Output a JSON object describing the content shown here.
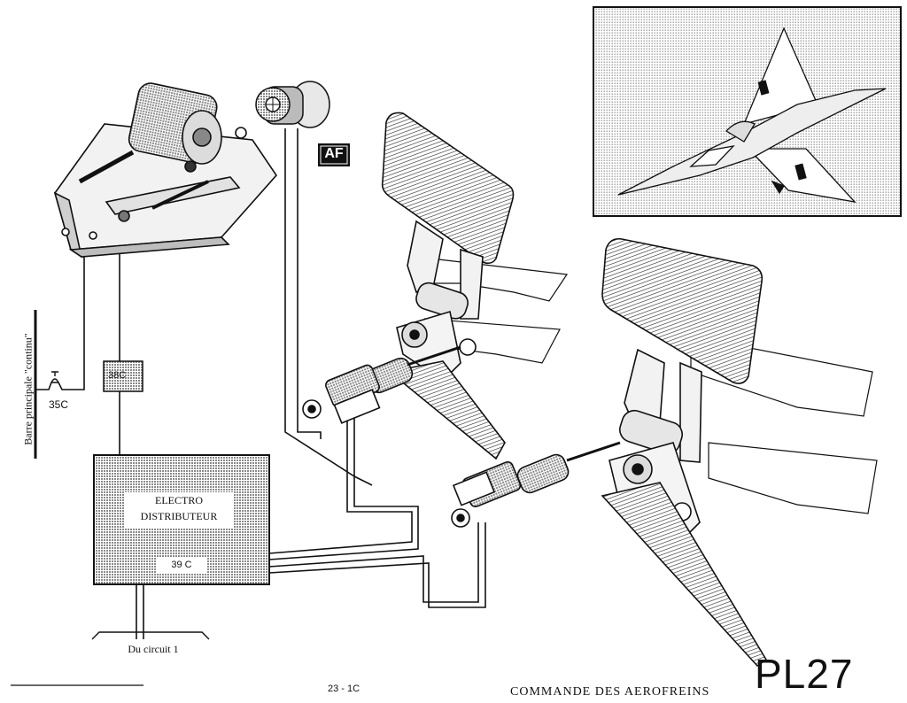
{
  "diagram": {
    "busbar_label": "Barre principale \"continu\"",
    "breaker_35": "35C",
    "relay_38": "38C",
    "distributor_line1": "ELECTRO",
    "distributor_line2": "DISTRIBUTEUR",
    "distributor_code": "39  C",
    "circuit_source": "Du circuit 1",
    "indicator_badge": "AF",
    "plate_number": "PL27",
    "footer_page": "23 - 1C",
    "footer_title": "COMMANDE DES AEROFREINS"
  },
  "colors": {
    "ink": "#111111",
    "paper": "#ffffff",
    "screen_tone": "#b8b8b8",
    "inset_tone": "#c4c4c4"
  }
}
